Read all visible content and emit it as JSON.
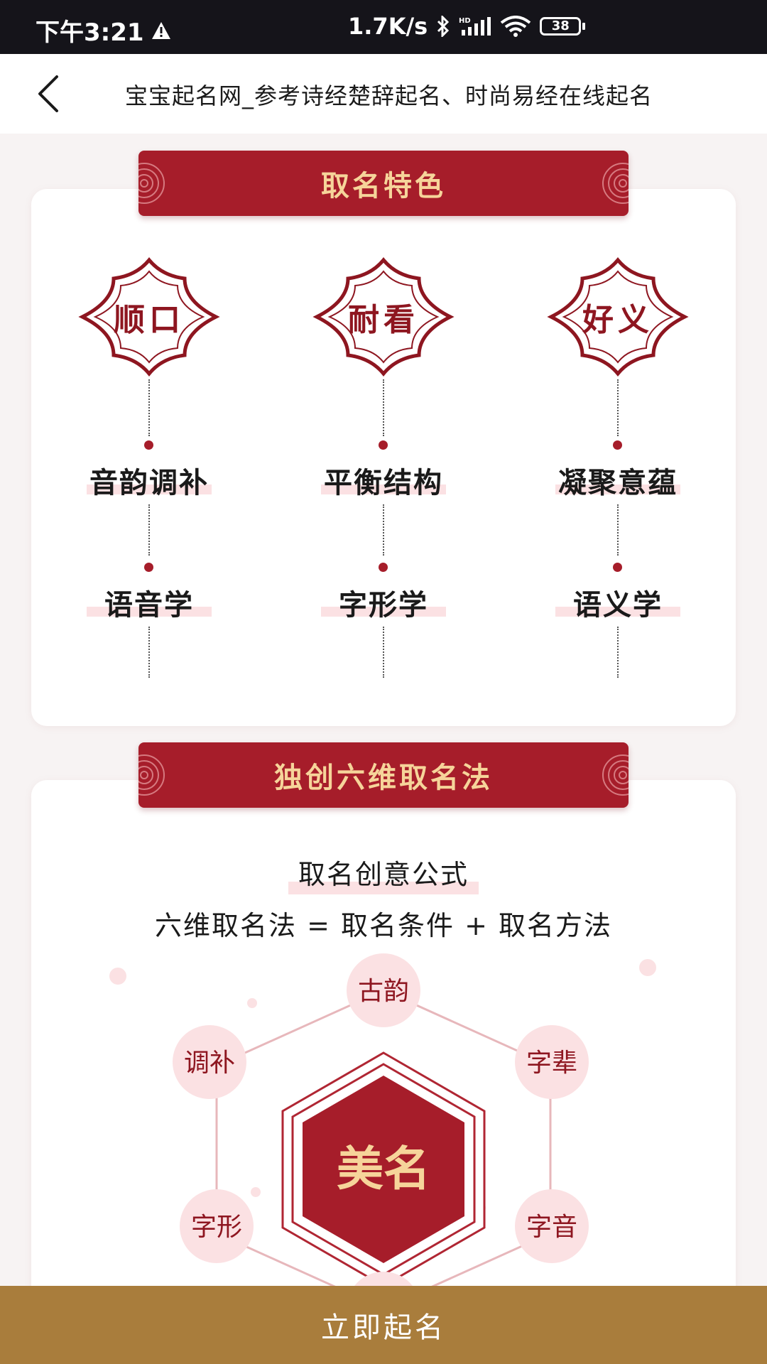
{
  "status_bar": {
    "time": "下午3:21",
    "net_speed": "1.7K/s",
    "battery": "38"
  },
  "nav": {
    "title": "宝宝起名网_参考诗经楚辞起名、时尚易经在线起名"
  },
  "section1": {
    "banner": "取名特色",
    "columns": [
      {
        "badge": "顺口",
        "feature": "音韵调补",
        "discipline": "语音学"
      },
      {
        "badge": "耐看",
        "feature": "平衡结构",
        "discipline": "字形学"
      },
      {
        "badge": "好义",
        "feature": "凝聚意蕴",
        "discipline": "语义学"
      }
    ]
  },
  "section2": {
    "banner": "独创六维取名法",
    "formula_title": "取名创意公式",
    "formula": "六维取名法 = 取名条件 + 取名方法",
    "center": "美名",
    "nodes": [
      "古韵",
      "调补",
      "字辈",
      "字形",
      "字音"
    ]
  },
  "cta": {
    "label": "立即起名"
  },
  "colors": {
    "brand_red": "#a61d2a",
    "gold_text": "#f6d49a",
    "cta_bg": "#a97d3c"
  }
}
